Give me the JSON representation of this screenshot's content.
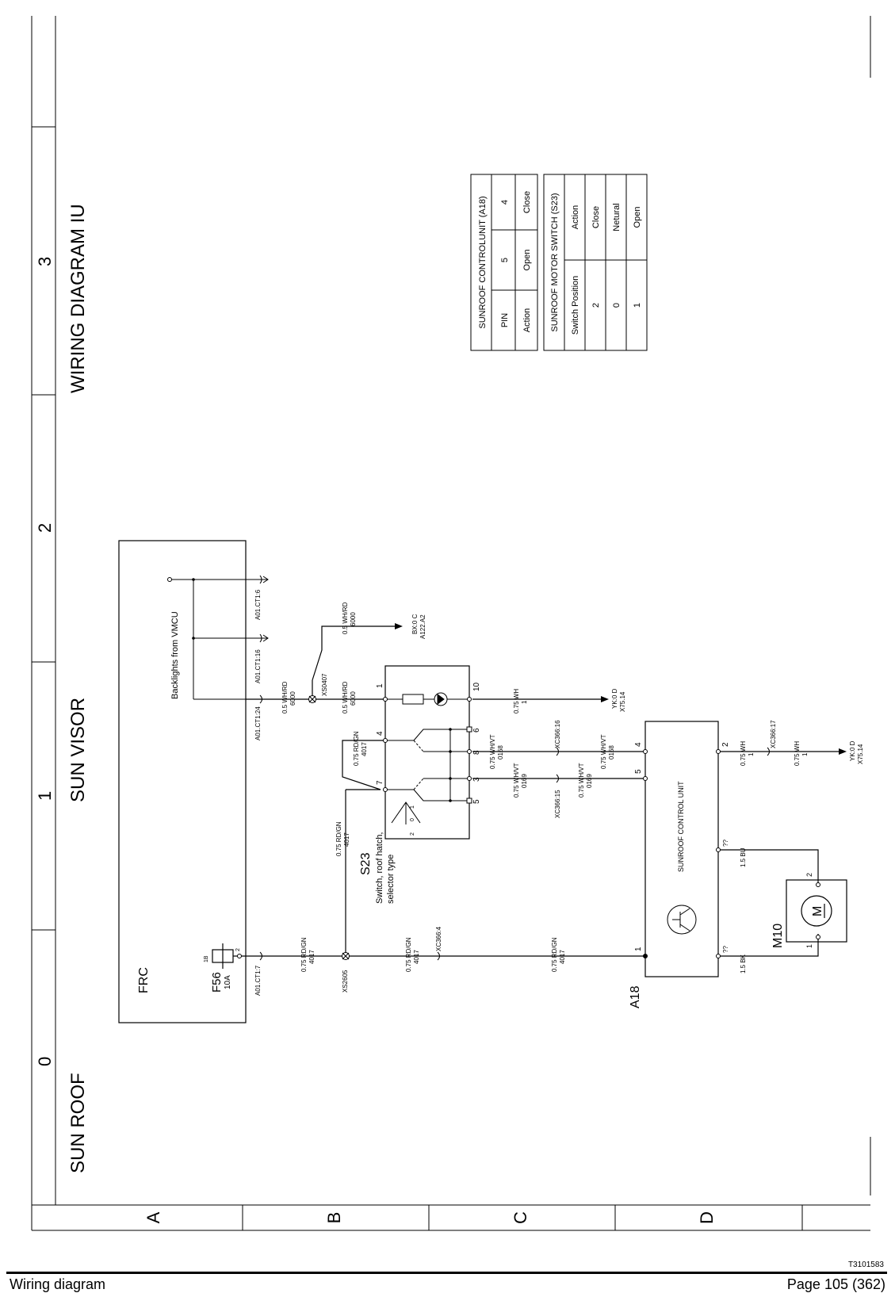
{
  "frame": {
    "column_numbers": [
      "0",
      "1",
      "2",
      "3"
    ],
    "row_letters": [
      "A",
      "B",
      "C",
      "D"
    ],
    "titles": [
      "SUN ROOF",
      "SUN VISOR",
      "WIRING DIAGRAM IU"
    ]
  },
  "components": {
    "frc": {
      "label": "FRC",
      "fuse_ref": "F56",
      "fuse_rating": "10A",
      "fuse_pin_top": "1B",
      "fuse_pin_bottom": "2",
      "backlights": "Backlights from VMCU"
    },
    "s23": {
      "ref": "S23",
      "desc1": "Switch, roof hatch,",
      "desc2": "selector type",
      "sel_2": "2",
      "sel_0": "0",
      "sel_1": "1"
    },
    "a18": {
      "ref": "A18",
      "label": "SUNROOF CONTROL UNIT"
    },
    "m10": {
      "ref": "M10",
      "symbol": "M"
    }
  },
  "connectors": {
    "a01_ct1_7": "A01.CT1:7",
    "a01_ct1_24": "A01.CT1:24",
    "a01_ct1_16": "A01.CT1:16",
    "a01_ct1_6": "A01.CT1:6",
    "xs2605": "XS2605",
    "xs0407": "XS0407",
    "xc366_4": "XC366:4",
    "xc366_15": "XC366:15",
    "xc366_16": "XC366:16",
    "xc366_17": "XC366:17",
    "bx_label1": "BX:0 C",
    "bx_label2": "A122.A2",
    "yk1_label1": "YK:0 D",
    "yk1_label2": "X75.14",
    "yk2_label1": "YK:0 D",
    "yk2_label2": "X75.14"
  },
  "wires": {
    "rdgn": "0.75 RD/GN",
    "rdgn_code": "4017",
    "whrd": "0.5 WH/RD",
    "whrd_code": "6000",
    "whvt": "0.75 WH/VT",
    "whvt_168": "0168",
    "whvt_169": "0169",
    "wh": "0.75 WH",
    "wh_code": "1",
    "bu": "1.5 BU",
    "bk": "1.5 BK"
  },
  "pins": {
    "s23": [
      "1",
      "10",
      "4",
      "6",
      "8",
      "3",
      "7",
      "5"
    ],
    "a18": [
      "1",
      "5",
      "4",
      "2",
      "??",
      "??"
    ],
    "m10": [
      "1",
      "2"
    ]
  },
  "tables": {
    "a18": {
      "title": "SUNROOF CONTROLUNIT  (A18)",
      "rows": [
        [
          "PIN",
          "5",
          "4"
        ],
        [
          "Action",
          "Open",
          "Close"
        ]
      ]
    },
    "s23": {
      "title": "SUNROOF MOTOR SWITCH  (S23)",
      "headers": [
        "Switch Position",
        "Action"
      ],
      "rows": [
        [
          "2",
          "Close"
        ],
        [
          "0",
          "Netural"
        ],
        [
          "1",
          "Open"
        ]
      ]
    }
  },
  "footer": {
    "left": "Wiring diagram",
    "right": "Page 105 (362)",
    "code": "T3101583"
  }
}
